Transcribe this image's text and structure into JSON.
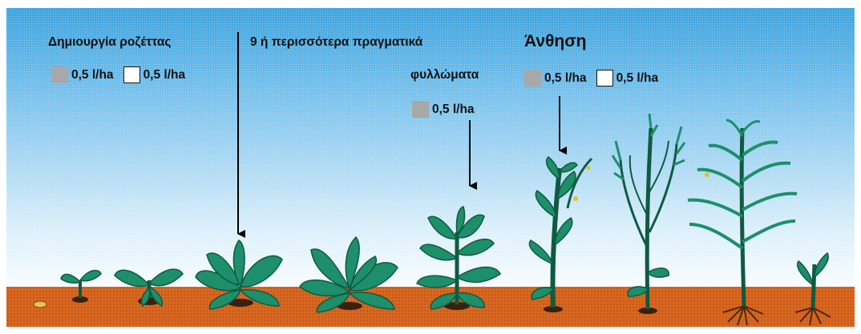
{
  "stages": {
    "rosette": {
      "title": "Δημιουργία ροζέττας",
      "legend": [
        {
          "swatch": "grey",
          "rate": "0,5 l/ha"
        },
        {
          "swatch": "white",
          "rate": "0,5 l/ha"
        }
      ]
    },
    "leaves": {
      "title_line1": "9 ή περισσότερα πραγματικά",
      "title_line2": "φυλλώματα",
      "legend": [
        {
          "swatch": "grey",
          "rate": "0,5 l/ha"
        }
      ]
    },
    "flowering": {
      "title": "Άνθηση",
      "legend": [
        {
          "swatch": "grey",
          "rate": "0,5 l/ha"
        },
        {
          "swatch": "white",
          "rate": "0,5 l/ha"
        }
      ]
    }
  },
  "colors": {
    "plant": "#1d8f6a",
    "plant_dark": "#0f5a41",
    "soil": "#d9671f",
    "roots": "#4a2a12",
    "grey_swatch": "#a8a8a8",
    "flower": "#e6c02a"
  }
}
